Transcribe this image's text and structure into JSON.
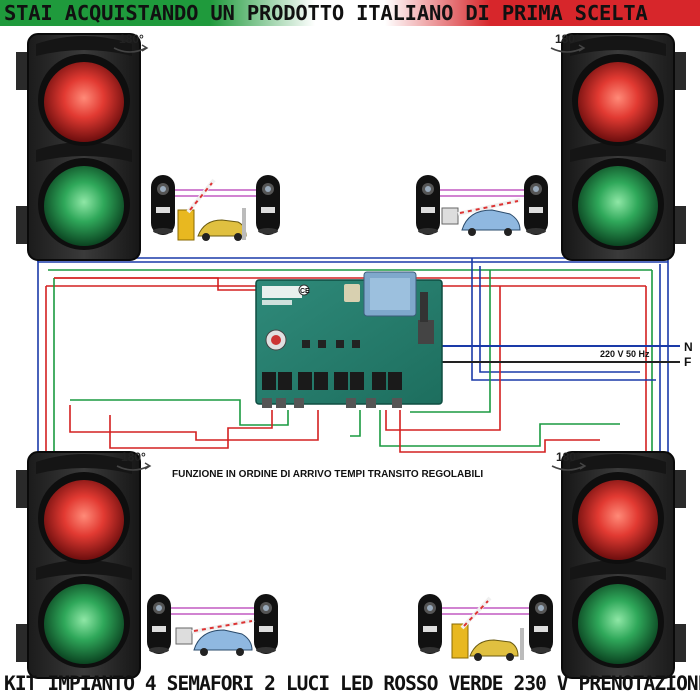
{
  "banner": {
    "text": "STAI ACQUISTANDO UN PRODOTTO ITALIANO DI PRIMA SCELTA",
    "colors": [
      "#1f9a3c",
      "#ffffff",
      "#d7262b"
    ]
  },
  "rotation_label": "180°",
  "function_text": "FUNZIONE IN ORDINE DI ARRIVO TEMPI TRANSITO REGOLABILI",
  "power": {
    "voltage": "220 V 50 Hz",
    "neutral": "N",
    "phase": "F"
  },
  "bottom_title": "KIT IMPIANTO 4 SEMAFORI 2 LUCI LED ROSSO VERDE 230 V PRENOTAZIONE",
  "board": {
    "ce_mark": "CE"
  },
  "wire_colors": {
    "red": "#d42020",
    "green": "#1a9a40",
    "blue": "#1a3aa8",
    "black": "#222222"
  },
  "light_colors": {
    "red": "#e23a32",
    "green": "#2fa85a"
  }
}
